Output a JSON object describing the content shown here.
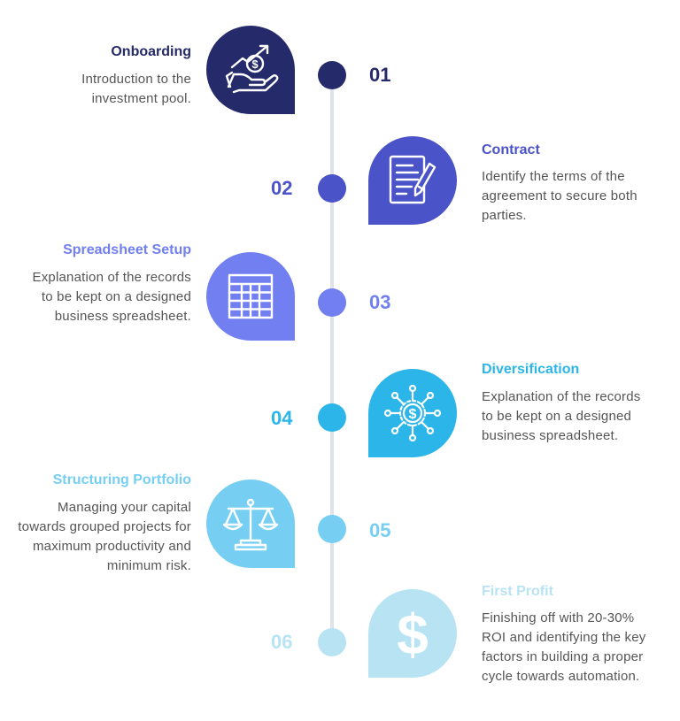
{
  "steps": [
    {
      "number": "01",
      "title": "Onboarding",
      "description": "Introduction to the investment pool.",
      "color": "#252a6b",
      "icon": "hand-dollar-growth-icon"
    },
    {
      "number": "02",
      "title": "Contract",
      "description": "Identify the terms of the agreement to secure both parties.",
      "color": "#4b53c8",
      "icon": "contract-pen-icon"
    },
    {
      "number": "03",
      "title": "Spreadsheet Setup",
      "description": "Explanation of the records to be kept on a designed business spreadsheet.",
      "color": "#717ff0",
      "icon": "spreadsheet-icon"
    },
    {
      "number": "04",
      "title": "Diversification",
      "description": "Explanation of the records to be kept on a designed business spreadsheet.",
      "color": "#2cb5e8",
      "icon": "diversification-network-icon"
    },
    {
      "number": "05",
      "title": "Structuring Portfolio",
      "description": "Managing your capital towards grouped projects for maximum productivity and minimum risk.",
      "color": "#76cff3",
      "icon": "balance-scale-icon"
    },
    {
      "number": "06",
      "title": "First Profit",
      "description": "Finishing off with 20-30% ROI and identifying the key factors in building a proper cycle towards automation.",
      "color": "#b8e3f3",
      "icon": "dollar-sign-icon"
    }
  ]
}
